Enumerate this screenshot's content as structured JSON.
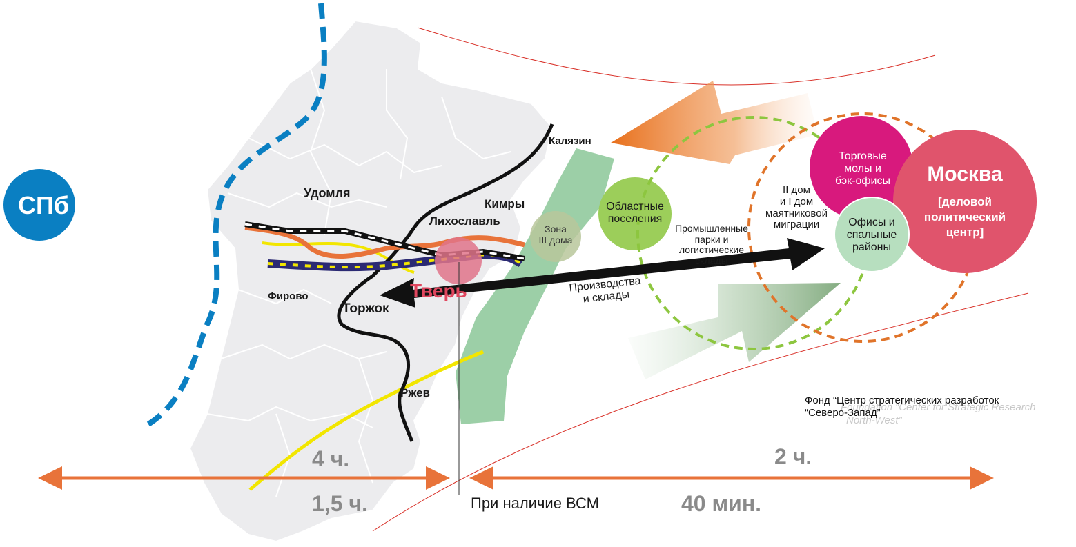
{
  "spb": {
    "label": "СПб",
    "color": "#0a7fc2"
  },
  "cities": {
    "udomlya": "Удомля",
    "kimry": "Кимры",
    "likhoslavl": "Лихославль",
    "kalyazin": "Калязин",
    "firovo": "Фирово",
    "torzhok": "Торжок",
    "rzhev": "Ржев",
    "tver": "Тверь"
  },
  "zones": {
    "zone3": "Зона\nIII дома",
    "oblast": "Областные\nпоселения",
    "industrial": "Промышленные\nпарки и\nлогистические\nсклады",
    "production": "Производства\nи склады",
    "migration": "II дом\nи I дом\nмаятниковой\nмиграции",
    "malls": "Торговые\nмолы и\nбэк-офисы",
    "offices": "Офисы и\nспальные\nрайоны",
    "moscow_title": "Москва",
    "moscow_sub": "[деловой\nполитический\nцентр]"
  },
  "times": {
    "left_top": "4 ч.",
    "left_bottom": "1,5 ч.",
    "right_top": "2 ч.",
    "right_bottom": "40 мин.",
    "vsm": "При наличие ВСМ"
  },
  "credit": {
    "ru_line1": "Фонд “Центр стратегических разработок",
    "ru_line2": "“Северо-Запад”",
    "en_line1": "Foundation “Center for Strategic Research",
    "en_line2": "North-West”"
  },
  "colors": {
    "accent_orange": "#e8733a",
    "moscow": "#e0546c",
    "malls": "#d8197d",
    "offices": "#b7dfbf",
    "oblast": "#9cce5a",
    "tver": "#e0465e",
    "green_band": "#7bbf8a"
  }
}
